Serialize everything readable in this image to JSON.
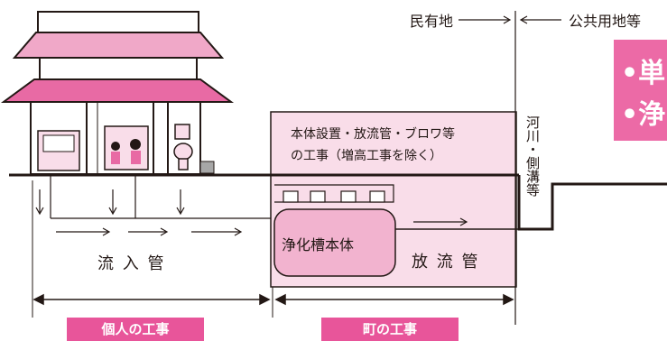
{
  "top": {
    "private_land": "民有地",
    "public_land": "公共用地等"
  },
  "banner": {
    "line1": "•単",
    "line2": "•浄"
  },
  "works_box": {
    "line1": "本体設置・放流管・ブロワ等",
    "line2": "の工事（増高工事を除く）"
  },
  "tank_label": "浄化槽本体",
  "inflow_pipe": "流 入 管",
  "outflow_pipe": "放 流 管",
  "river": "河川・側溝等",
  "personal_work": "個人の工事",
  "town_work": "町の工事",
  "colors": {
    "roof": "#e86aa4",
    "pink_fill": "#f9dde9",
    "badge": "#e8559a",
    "banner": "#ec6aa6"
  }
}
